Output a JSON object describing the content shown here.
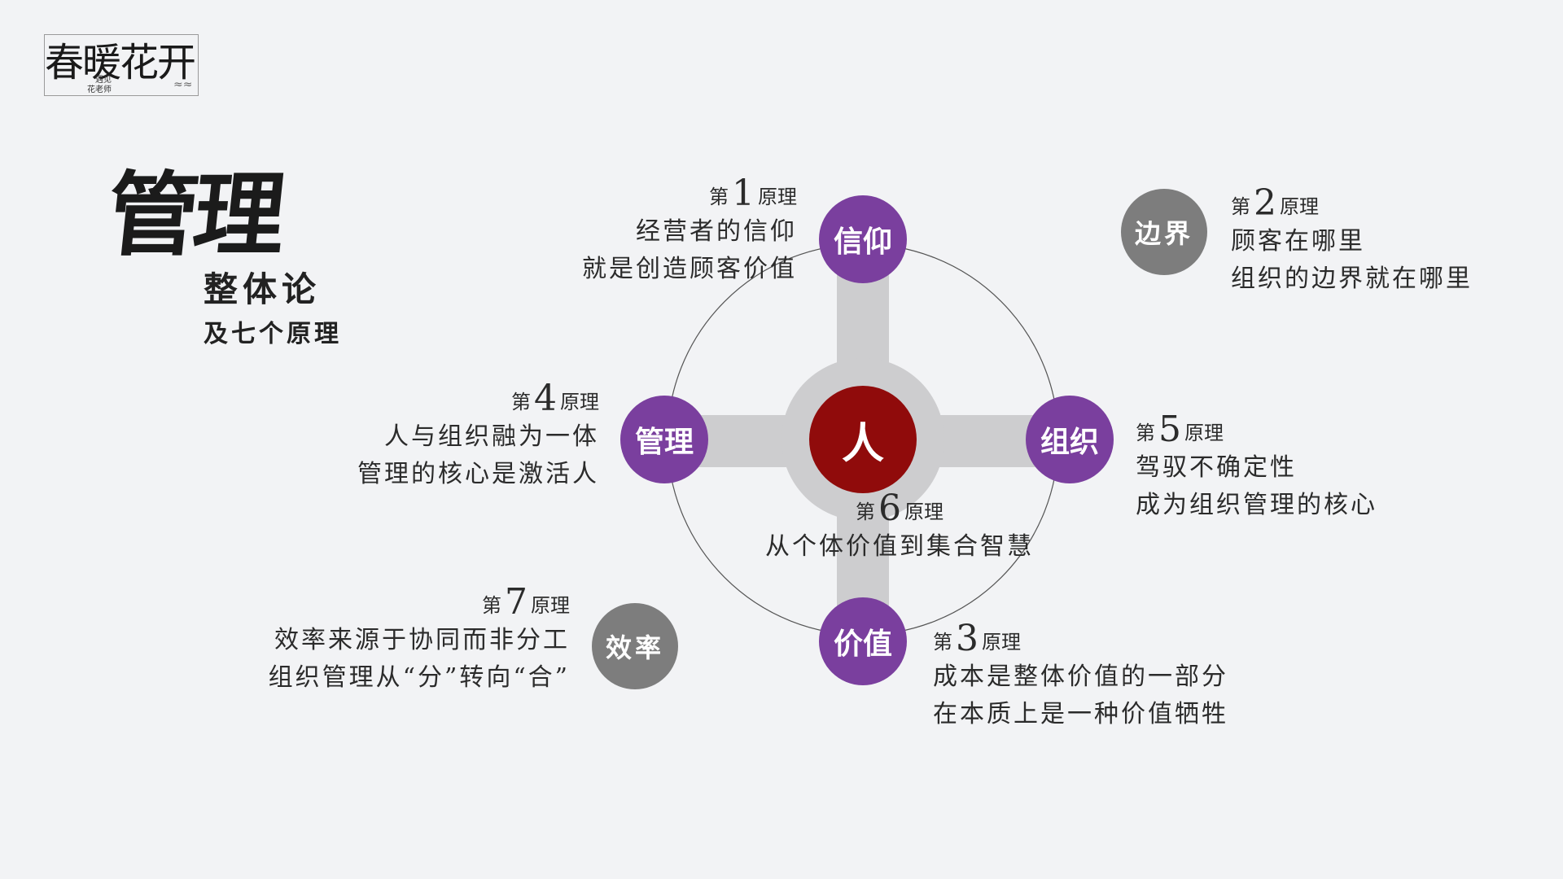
{
  "logo": {
    "main": "春暖花开",
    "sub": "遇见\n花老师"
  },
  "title": {
    "big": "管理",
    "sub1": "整体论",
    "sub2": "及七个原理"
  },
  "center_node": "人",
  "nodes": {
    "top": "信仰",
    "left": "管理",
    "right": "组织",
    "bottom": "价值",
    "boundary": "边界",
    "efficiency": "效率"
  },
  "principles": [
    {
      "prefix": "第",
      "number": "1",
      "suffix": "原理",
      "lines": [
        "经营者的信仰",
        "就是创造顾客价值"
      ]
    },
    {
      "prefix": "第",
      "number": "2",
      "suffix": "原理",
      "lines": [
        "顾客在哪里",
        "组织的边界就在哪里"
      ]
    },
    {
      "prefix": "第",
      "number": "3",
      "suffix": "原理",
      "lines": [
        "成本是整体价值的一部分",
        "在本质上是一种价值牺牲"
      ]
    },
    {
      "prefix": "第",
      "number": "4",
      "suffix": "原理",
      "lines": [
        "人与组织融为一体",
        "管理的核心是激活人"
      ]
    },
    {
      "prefix": "第",
      "number": "5",
      "suffix": "原理",
      "lines": [
        "驾驭不确定性",
        "成为组织管理的核心"
      ]
    },
    {
      "prefix": "第",
      "number": "6",
      "suffix": "原理",
      "lines": [
        "从个体价值到集合智慧"
      ]
    },
    {
      "prefix": "第",
      "number": "7",
      "suffix": "原理",
      "lines": [
        "效率来源于协同而非分工",
        "组织管理从“分”转向“合”"
      ]
    }
  ],
  "colors": {
    "background": "#f2f3f5",
    "purple": "#7a3f9e",
    "gray": "#7d7d7d",
    "center": "#900b0b",
    "cross": "#cdcdcf"
  }
}
